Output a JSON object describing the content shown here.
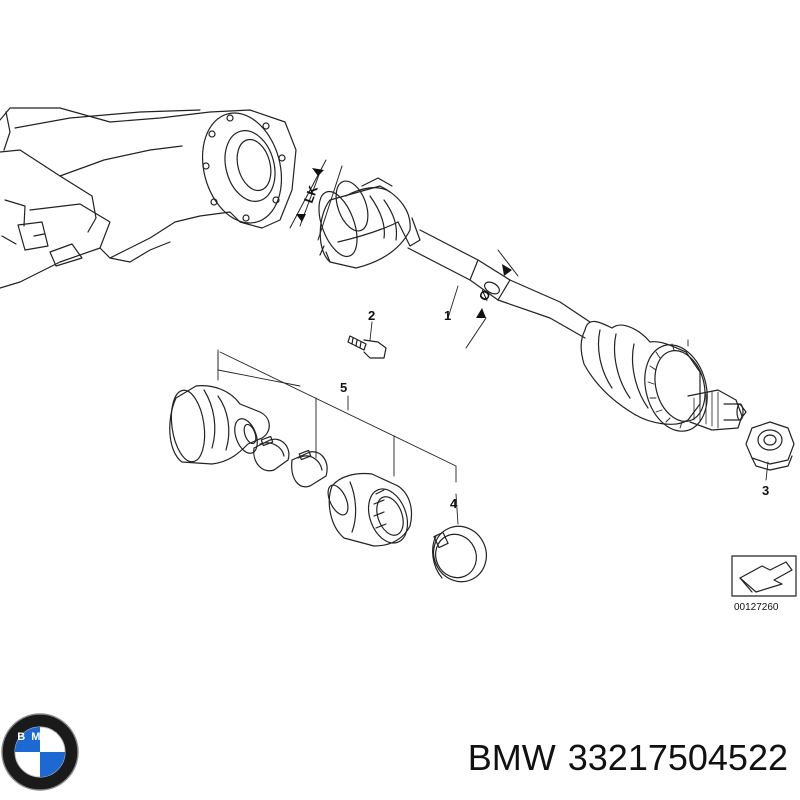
{
  "diagram": {
    "callouts": [
      "1",
      "2",
      "3",
      "4",
      "5"
    ],
    "dimension_labels": {
      "length": "LK",
      "diameter": "Ø"
    },
    "document_number": "00127260"
  },
  "brand_logo": {
    "text": "BMW"
  },
  "caption": {
    "brand": "BMW",
    "part_number": "33217504522"
  }
}
